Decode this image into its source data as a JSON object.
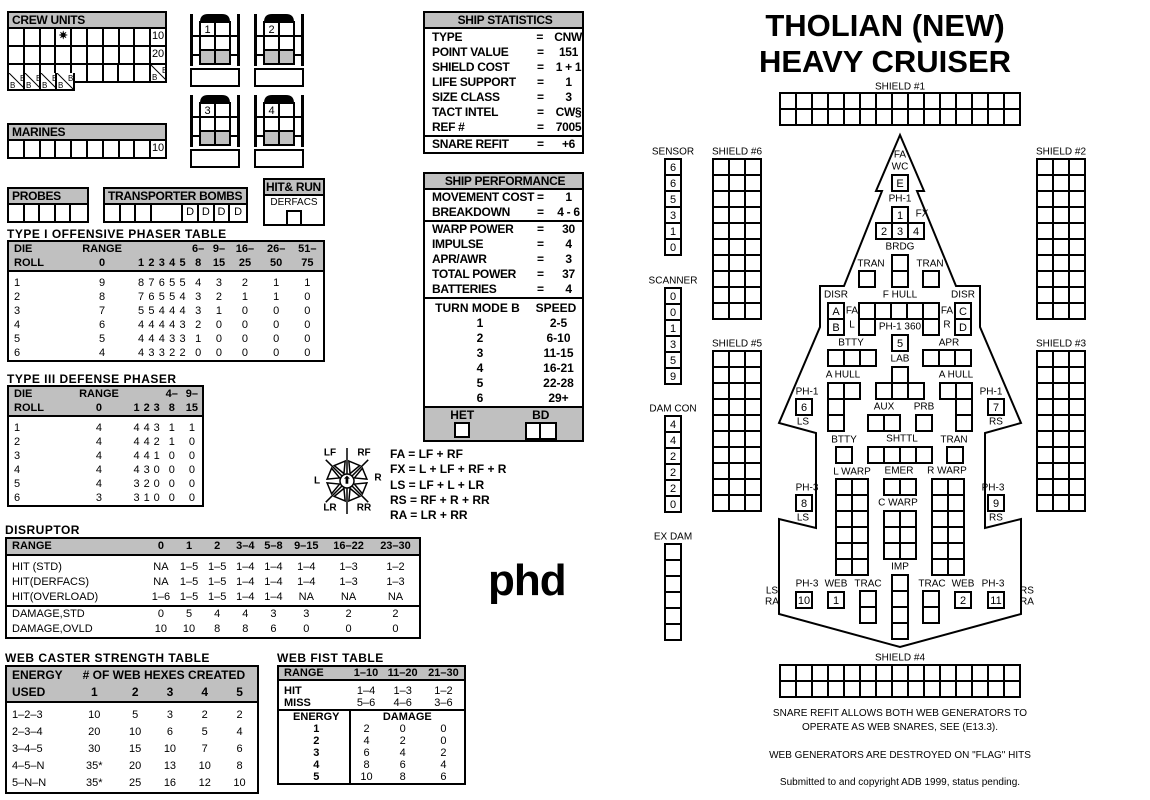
{
  "crew_units": {
    "title": "CREW UNITS",
    "row_labels": [
      "10",
      "20"
    ],
    "marker": "✷",
    "boarding": "B"
  },
  "marines": {
    "title": "MARINES",
    "row_label": "10"
  },
  "probes": {
    "title": "PROBES"
  },
  "transporter_bombs": {
    "title": "TRANSPORTER BOMBS",
    "dummy": "D"
  },
  "hit_run": {
    "title": "HIT& RUN",
    "sub": "DERFACS"
  },
  "shuttle_bays": [
    "1",
    "2",
    "3",
    "4"
  ],
  "ship_statistics": {
    "title": "SHIP STATISTICS",
    "rows": [
      [
        "TYPE",
        "=",
        "CNW"
      ],
      [
        "POINT VALUE",
        "=",
        "151"
      ],
      [
        "SHIELD COST",
        "=",
        "1 + 1"
      ],
      [
        "LIFE SUPPORT",
        "=",
        "1"
      ],
      [
        "SIZE CLASS",
        "=",
        "3"
      ],
      [
        "TACT INTEL",
        "=",
        "CW§"
      ],
      [
        "REF #",
        "=",
        "7005"
      ]
    ],
    "refit": [
      "SNARE REFIT",
      "=",
      "+6"
    ]
  },
  "ship_performance": {
    "title": "SHIP PERFORMANCE",
    "rows_a": [
      [
        "MOVEMENT COST",
        "=",
        "1"
      ],
      [
        "BREAKDOWN",
        "=",
        "4 - 6"
      ]
    ],
    "rows_b": [
      [
        "WARP POWER",
        "=",
        "30"
      ],
      [
        "IMPULSE",
        "=",
        "4"
      ],
      [
        "APR/AWR",
        "=",
        "3"
      ],
      [
        "TOTAL POWER",
        "=",
        "37"
      ],
      [
        "BATTERIES",
        "=",
        "4"
      ]
    ],
    "turn_header": [
      "TURN MODE B",
      "SPEED"
    ],
    "turn_rows": [
      [
        "1",
        "2-5"
      ],
      [
        "2",
        "6-10"
      ],
      [
        "3",
        "11-15"
      ],
      [
        "4",
        "16-21"
      ],
      [
        "5",
        "22-28"
      ],
      [
        "6",
        "29+"
      ]
    ],
    "het": "HET",
    "bd": "BD"
  },
  "phaser1": {
    "title": "TYPE I OFFENSIVE PHASER TABLE",
    "head": [
      [
        "DIE",
        "RANGE",
        "",
        "",
        "",
        "",
        "",
        "6–",
        "9–",
        "16–",
        "26–",
        "51–"
      ],
      [
        "ROLL",
        "0",
        "1",
        "2",
        "3",
        "4",
        "5",
        "8",
        "15",
        "25",
        "50",
        "75"
      ]
    ],
    "groups": [
      [
        [
          "1",
          "9",
          "8",
          "7",
          "6",
          "5",
          "5",
          "4",
          "3",
          "2",
          "1",
          "1"
        ],
        [
          "2",
          "8",
          "7",
          "6",
          "5",
          "5",
          "4",
          "3",
          "2",
          "1",
          "1",
          "0"
        ],
        [
          "3",
          "7",
          "5",
          "5",
          "4",
          "4",
          "4",
          "3",
          "1",
          "0",
          "0",
          "0"
        ],
        [
          "4",
          "6",
          "4",
          "4",
          "4",
          "4",
          "3",
          "2",
          "0",
          "0",
          "0",
          "0"
        ],
        [
          "5",
          "5",
          "4",
          "4",
          "4",
          "3",
          "3",
          "1",
          "0",
          "0",
          "0",
          "0"
        ],
        [
          "6",
          "4",
          "4",
          "3",
          "3",
          "2",
          "2",
          "0",
          "0",
          "0",
          "0",
          "0"
        ]
      ]
    ]
  },
  "phaser3": {
    "title": "TYPE III DEFENSE PHASER",
    "head": [
      [
        "DIE",
        "RANGE",
        "",
        "",
        "",
        "4–",
        "9–"
      ],
      [
        "ROLL",
        "0",
        "1",
        "2",
        "3",
        "8",
        "15"
      ]
    ],
    "groups": [
      [
        [
          "1",
          "4",
          "4",
          "4",
          "3",
          "1",
          "1"
        ],
        [
          "2",
          "4",
          "4",
          "4",
          "2",
          "1",
          "0"
        ],
        [
          "3",
          "4",
          "4",
          "4",
          "1",
          "0",
          "0"
        ],
        [
          "4",
          "4",
          "4",
          "3",
          "0",
          "0",
          "0"
        ],
        [
          "5",
          "4",
          "3",
          "2",
          "0",
          "0",
          "0"
        ],
        [
          "6",
          "3",
          "3",
          "1",
          "0",
          "0",
          "0"
        ]
      ]
    ]
  },
  "disruptor": {
    "title": "DISRUPTOR",
    "head": [
      [
        "RANGE",
        "0",
        "1",
        "2",
        "3–4",
        "5–8",
        "9–15",
        "16–22",
        "23–30"
      ]
    ],
    "groups": [
      [
        [
          "HIT (STD)",
          "NA",
          "1–5",
          "1–5",
          "1–4",
          "1–4",
          "1–4",
          "1–3",
          "1–2"
        ],
        [
          "HIT(DERFACS)",
          "NA",
          "1–5",
          "1–5",
          "1–4",
          "1–4",
          "1–4",
          "1–3",
          "1–3"
        ],
        [
          "HIT(OVERLOAD)",
          "1–6",
          "1–5",
          "1–5",
          "1–4",
          "1–4",
          "NA",
          "NA",
          "NA"
        ]
      ],
      [
        [
          "DAMAGE,STD",
          "0",
          "5",
          "4",
          "4",
          "3",
          "3",
          "2",
          "2"
        ],
        [
          "DAMAGE,OVLD",
          "10",
          "10",
          "8",
          "8",
          "6",
          "0",
          "0",
          "0"
        ]
      ]
    ]
  },
  "web_caster": {
    "title": "WEB CASTER STRENGTH TABLE",
    "head": [
      [
        "ENERGY",
        [
          "# OF WEB HEXES CREATED",
          5
        ]
      ],
      [
        "USED",
        "1",
        "2",
        "3",
        "4",
        "5"
      ]
    ],
    "groups": [
      [
        [
          "1–2–3",
          "10",
          "5",
          "3",
          "2",
          "2"
        ],
        [
          "2–3–4",
          "20",
          "10",
          "6",
          "5",
          "4"
        ],
        [
          "3–4–5",
          "30",
          "15",
          "10",
          "7",
          "6"
        ],
        [
          "4–5–N",
          "35*",
          "20",
          "13",
          "10",
          "8"
        ],
        [
          "5–N–N",
          "35*",
          "25",
          "16",
          "12",
          "10"
        ]
      ]
    ]
  },
  "web_fist": {
    "title": "WEB FIST TABLE",
    "head": [
      [
        "RANGE",
        "1–10",
        "11–20",
        "21–30"
      ]
    ],
    "groups": [
      [
        [
          "HIT",
          "1–4",
          "1–3",
          "1–2"
        ],
        [
          "MISS",
          "5–6",
          "4–6",
          "3–6"
        ]
      ],
      [
        [
          "ENERGY",
          [
            "DAMAGE",
            3
          ]
        ],
        [
          "1",
          "2",
          "0",
          "0"
        ],
        [
          "2",
          "4",
          "2",
          "0"
        ],
        [
          "3",
          "6",
          "4",
          "2"
        ],
        [
          "4",
          "8",
          "6",
          "4"
        ],
        [
          "5",
          "10",
          "8",
          "6"
        ]
      ]
    ]
  },
  "firing_arcs": {
    "labels": [
      "LF",
      "RF",
      "L",
      "R",
      "LR",
      "RR"
    ],
    "legend": [
      "FA = LF + RF",
      "FX = L + LF + RF + R",
      "LS = LF + L + LR",
      "RS = RF + R + RR",
      "RA = LR + RR"
    ]
  },
  "logo": "phd",
  "ship": {
    "title_1": "THOLIAN (NEW)",
    "title_2": "HEAVY CRUISER",
    "shields": {
      "s1": "SHIELD #1",
      "s2": "SHIELD #2",
      "s3": "SHIELD #3",
      "s4": "SHIELD #4",
      "s5": "SHIELD #5",
      "s6": "SHIELD #6"
    },
    "tracks": {
      "sensor": {
        "label": "SENSOR",
        "values": [
          "6",
          "6",
          "5",
          "3",
          "1",
          "0"
        ]
      },
      "scanner": {
        "label": "SCANNER",
        "values": [
          "0",
          "0",
          "1",
          "3",
          "5",
          "9"
        ]
      },
      "damcon": {
        "label": "DAM CON",
        "values": [
          "4",
          "4",
          "2",
          "2",
          "2",
          "0"
        ]
      },
      "exdam": {
        "label": "EX DAM",
        "values": [
          "",
          "",
          "",
          "",
          "",
          ""
        ]
      }
    },
    "systems": {
      "fa_wc": {
        "labels": [
          "FA",
          "WC"
        ],
        "cells": [
          "E"
        ]
      },
      "ph1_front": {
        "labels": [
          "PH-1",
          "FX"
        ],
        "cells": [
          "1",
          "2",
          "3",
          "4"
        ]
      },
      "brdg": {
        "labels": [
          "BRDG"
        ],
        "cells": [
          "",
          ""
        ]
      },
      "tran_l": {
        "labels": [
          "TRAN"
        ],
        "cells": [
          ""
        ]
      },
      "tran_r": {
        "labels": [
          "TRAN"
        ],
        "cells": [
          ""
        ]
      },
      "disr_l": {
        "labels": [
          "DISR",
          "FA",
          "L"
        ],
        "cells": [
          "A",
          "B"
        ]
      },
      "fhull": {
        "labels": [
          "F HULL"
        ],
        "cells": [
          "",
          "",
          "",
          "",
          "",
          "",
          ""
        ]
      },
      "ph1_360": {
        "labels": [
          "PH-1 360"
        ],
        "cells": [
          "5"
        ]
      },
      "disr_r": {
        "labels": [
          "DISR",
          "FA",
          "R"
        ],
        "cells": [
          "C",
          "D"
        ]
      },
      "btty_f": {
        "labels": [
          "BTTY"
        ],
        "cells": [
          "",
          "",
          ""
        ]
      },
      "apr": {
        "labels": [
          "APR"
        ],
        "cells": [
          "",
          "",
          ""
        ]
      },
      "lab": {
        "labels": [
          "LAB"
        ],
        "cells": [
          "",
          "",
          "",
          ""
        ]
      },
      "ahull_l": {
        "labels": [
          "A HULL"
        ],
        "cells": [
          "",
          "",
          "",
          ""
        ]
      },
      "ahull_r": {
        "labels": [
          "A HULL"
        ],
        "cells": [
          "",
          "",
          "",
          ""
        ]
      },
      "ph1_6": {
        "labels": [
          "PH-1",
          "LS"
        ],
        "cells": [
          "6"
        ]
      },
      "ph1_7": {
        "labels": [
          "PH-1",
          "RS"
        ],
        "cells": [
          "7"
        ]
      },
      "aux": {
        "labels": [
          "AUX"
        ],
        "cells": [
          "",
          ""
        ]
      },
      "prb": {
        "labels": [
          "PRB"
        ],
        "cells": [
          ""
        ]
      },
      "btty_a": {
        "labels": [
          "BTTY"
        ],
        "cells": [
          ""
        ]
      },
      "shttl": {
        "labels": [
          "SHTTL"
        ],
        "cells": [
          "",
          "",
          "",
          ""
        ]
      },
      "tran_a": {
        "labels": [
          "TRAN"
        ],
        "cells": [
          ""
        ]
      },
      "lwarp": {
        "labels": [
          "L WARP"
        ],
        "cells": [
          "",
          "",
          "",
          "",
          "",
          "",
          "",
          "",
          "",
          "",
          "",
          ""
        ]
      },
      "emer": {
        "labels": [
          "EMER"
        ],
        "cells": [
          "",
          ""
        ]
      },
      "rwarp": {
        "labels": [
          "R WARP"
        ],
        "cells": [
          "",
          "",
          "",
          "",
          "",
          "",
          "",
          "",
          "",
          "",
          "",
          ""
        ]
      },
      "cwarp": {
        "labels": [
          "C WARP"
        ],
        "cells": [
          "",
          "",
          "",
          "",
          "",
          ""
        ]
      },
      "ph3_8": {
        "labels": [
          "PH-3",
          "LS"
        ],
        "cells": [
          "8"
        ]
      },
      "ph3_9": {
        "labels": [
          "PH-3",
          "RS"
        ],
        "cells": [
          "9"
        ]
      },
      "imp": {
        "labels": [
          "IMP"
        ],
        "cells": [
          "",
          "",
          "",
          ""
        ]
      },
      "ph3_10": {
        "labels": [
          "PH-3"
        ],
        "cells": [
          "10"
        ]
      },
      "web1": {
        "labels": [
          "WEB"
        ],
        "cells": [
          "1"
        ]
      },
      "trac_l": {
        "labels": [
          "TRAC"
        ],
        "cells": [
          "",
          ""
        ]
      },
      "trac_r": {
        "labels": [
          "TRAC"
        ],
        "cells": [
          "",
          ""
        ]
      },
      "web2": {
        "labels": [
          "WEB"
        ],
        "cells": [
          "2"
        ]
      },
      "ph3_11": {
        "labels": [
          "PH-3"
        ],
        "cells": [
          "11"
        ]
      },
      "arc_l": {
        "labels": [
          "LS",
          "RA"
        ],
        "cells": []
      },
      "arc_r": {
        "labels": [
          "RS",
          "RA"
        ],
        "cells": []
      }
    },
    "notes": [
      "SNARE REFIT ALLOWS BOTH WEB GENERATORS TO",
      "OPERATE AS WEB SNARES, SEE (E13.3).",
      "WEB GENERATORS ARE DESTROYED ON \"FLAG\" HITS",
      "Submitted to and copyright ADB 1999, status pending."
    ]
  },
  "colors": {
    "header_gray": "#c0c0c0",
    "bay_gray": "#c0c0c0"
  }
}
